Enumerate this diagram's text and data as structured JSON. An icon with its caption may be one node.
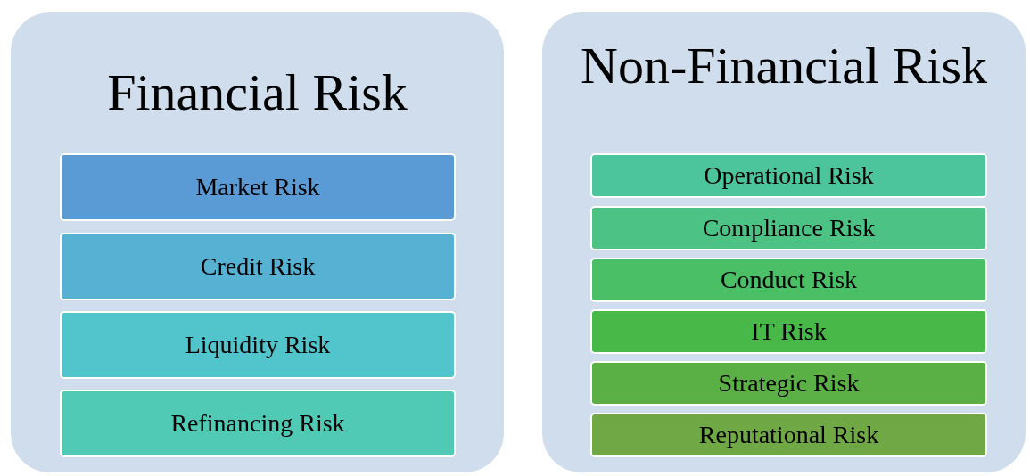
{
  "diagram": {
    "nodes": [
      {
        "text": [
          "Financial Risk"
        ]
      },
      {
        "text": [
          "Market Risk"
        ],
        "in": 0
      },
      {
        "text": [
          "Credit Risk"
        ],
        "in": 0
      },
      {
        "text": [
          "Liquidity Risk"
        ],
        "in": 0
      },
      {
        "text": [
          "Refinancing Risk"
        ],
        "in": 0
      },
      {
        "text": [
          "Non-Financial Risk"
        ]
      },
      {
        "text": [
          "Operational Risk"
        ],
        "in": 5
      },
      {
        "text": [
          "Compliance Risk"
        ],
        "in": 5
      },
      {
        "text": [
          "Conduct Risk"
        ],
        "in": 5
      },
      {
        "text": [
          "IT Risk"
        ],
        "in": 5
      },
      {
        "text": [
          "Strategic Risk"
        ],
        "in": 5
      },
      {
        "text": [
          "Reputational Risk"
        ],
        "in": 5
      }
    ]
  }
}
